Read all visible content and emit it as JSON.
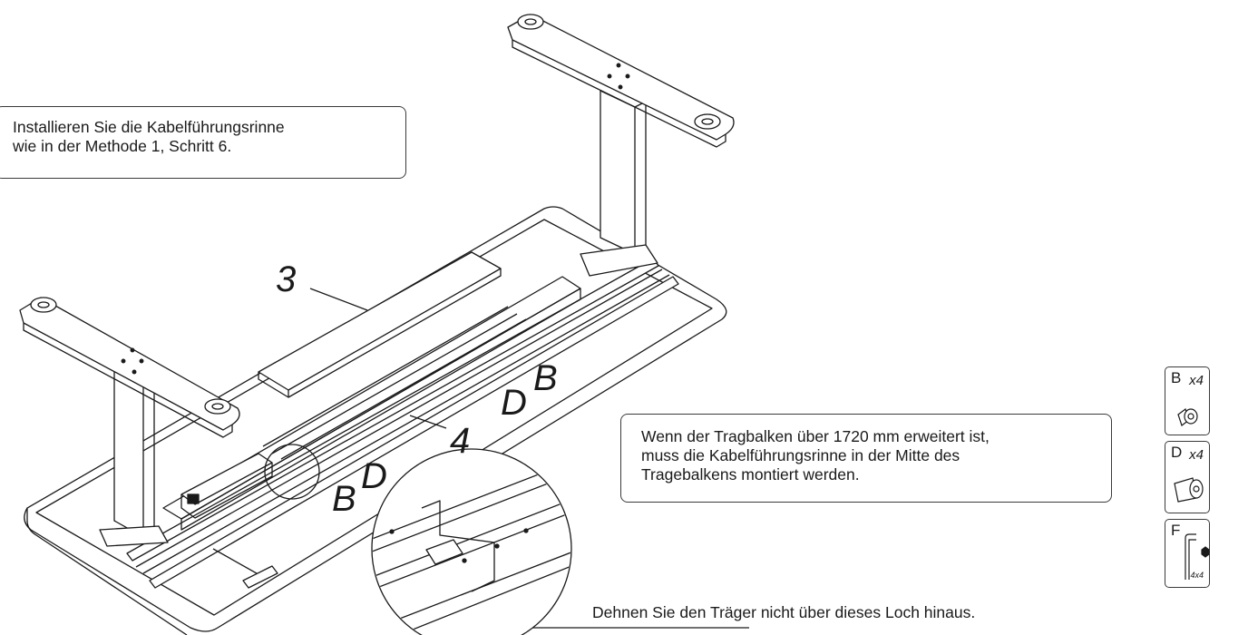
{
  "notes": {
    "top": [
      "Installieren Sie die Kabelführungsrinne",
      "wie in der Methode 1, Schritt 6."
    ],
    "middle": [
      "Wenn der Tragbalken über 1720 mm erweitert ist,",
      "muss die Kabelführungsrinne in der Mitte des",
      "Tragebalkens montiert werden."
    ],
    "bottom": "Dehnen Sie den Träger nicht über dieses Loch hinaus."
  },
  "callouts": {
    "label_3": "3",
    "label_4": "4",
    "b_right": "B",
    "d_right": "D",
    "b_left": "B",
    "d_left": "D"
  },
  "parts": [
    {
      "letter": "B",
      "qty": "x4",
      "icon": "flat-head-bolt-icon"
    },
    {
      "letter": "D",
      "qty": "x4",
      "icon": "long-bolt-icon"
    },
    {
      "letter": "F",
      "qty": "4x4",
      "icon": "hex-key-icon"
    }
  ]
}
